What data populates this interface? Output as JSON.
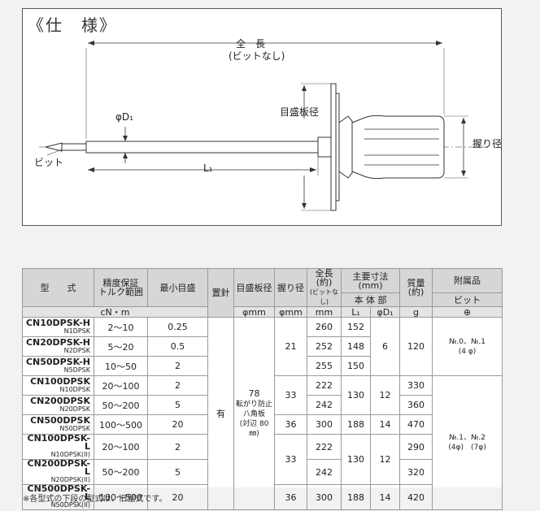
{
  "drawing": {
    "title": "《仕　様》",
    "total_length": "全　長",
    "total_length_note": "(ビットなし)",
    "scale_plate_dia": "目盛板径",
    "shaft_dia": "φD₁",
    "grip_dia": "握り径",
    "bit": "ビット",
    "l1": "L₁"
  },
  "table": {
    "headers": {
      "model": "型　　式",
      "accuracy_line1": "精度保証",
      "accuracy_line2": "トルク範囲",
      "min_grad": "最小目盛",
      "pointer": "置針",
      "plate_dia": "目盛板径",
      "grip_dia": "握り径",
      "total_line1": "全長(約)",
      "total_line2": "(ビットなし)",
      "main_dims": "主要寸法 (mm)",
      "body": "本 体 部",
      "mass": "質量(約)",
      "accessory": "附属品",
      "bit": "ビット"
    },
    "units": {
      "torque": "cN・m",
      "plate": "φmm",
      "grip": "φmm",
      "total": "mm",
      "l1": "L₁",
      "d1": "φD₁",
      "mass": "g",
      "bit": "⊕"
    },
    "rows": [
      {
        "model": "CN10DPSK-H",
        "old": "N1DPSK",
        "range": "2～10",
        "min": "0.25",
        "total": "260",
        "l1": "152"
      },
      {
        "model": "CN20DPSK-H",
        "old": "N2DPSK",
        "range": "5～20",
        "min": "0.5",
        "total": "252",
        "l1": "148"
      },
      {
        "model": "CN50DPSK-H",
        "old": "N5DPSK",
        "range": "10～50",
        "min": "2",
        "total": "255",
        "l1": "150"
      },
      {
        "model": "CN100DPSK",
        "old": "N10DPSK",
        "range": "20～100",
        "min": "2",
        "total": "222",
        "mass": "330"
      },
      {
        "model": "CN200DPSK",
        "old": "N20DPSK",
        "range": "50～200",
        "min": "5",
        "total": "242",
        "mass": "360"
      },
      {
        "model": "CN500DPSK",
        "old": "N50DPSK",
        "range": "100～500",
        "min": "20",
        "grip": "36",
        "total": "300",
        "l1": "188",
        "d1": "14",
        "mass": "470"
      },
      {
        "model": "CN100DPSK-L",
        "old": "N10DPSK(II)",
        "range": "20～100",
        "min": "2",
        "total": "222",
        "mass": "290"
      },
      {
        "model": "CN200DPSK-L",
        "old": "N20DPSK(II)",
        "range": "50～200",
        "min": "5",
        "total": "242",
        "mass": "320"
      },
      {
        "model": "CN500DPSK-L",
        "old": "N50DPSK(II)",
        "range": "100～500",
        "min": "20",
        "grip": "36",
        "total": "300",
        "l1": "188",
        "d1": "14",
        "mass": "420"
      }
    ],
    "merged": {
      "pointer": "有",
      "plate_line1": "78",
      "plate_line2": "転がり防止",
      "plate_line3": "八角板",
      "plate_line4": "(対辺 80㎜)",
      "grip_h": "21",
      "d1_h": "6",
      "mass_h": "120",
      "bit_h_line1": "№.0、№.1",
      "bit_h_line2": "(4 φ)",
      "grip_mid": "33",
      "l1_mid": "130",
      "d1_mid": "12",
      "grip_low": "33",
      "l1_low": "130",
      "d1_low": "12",
      "bit_low_line1": "№.1、№.2",
      "bit_low_line2": "(4φ)　(7φ)"
    }
  },
  "footnote": "※各型式の下段の型式は、旧型式です。"
}
